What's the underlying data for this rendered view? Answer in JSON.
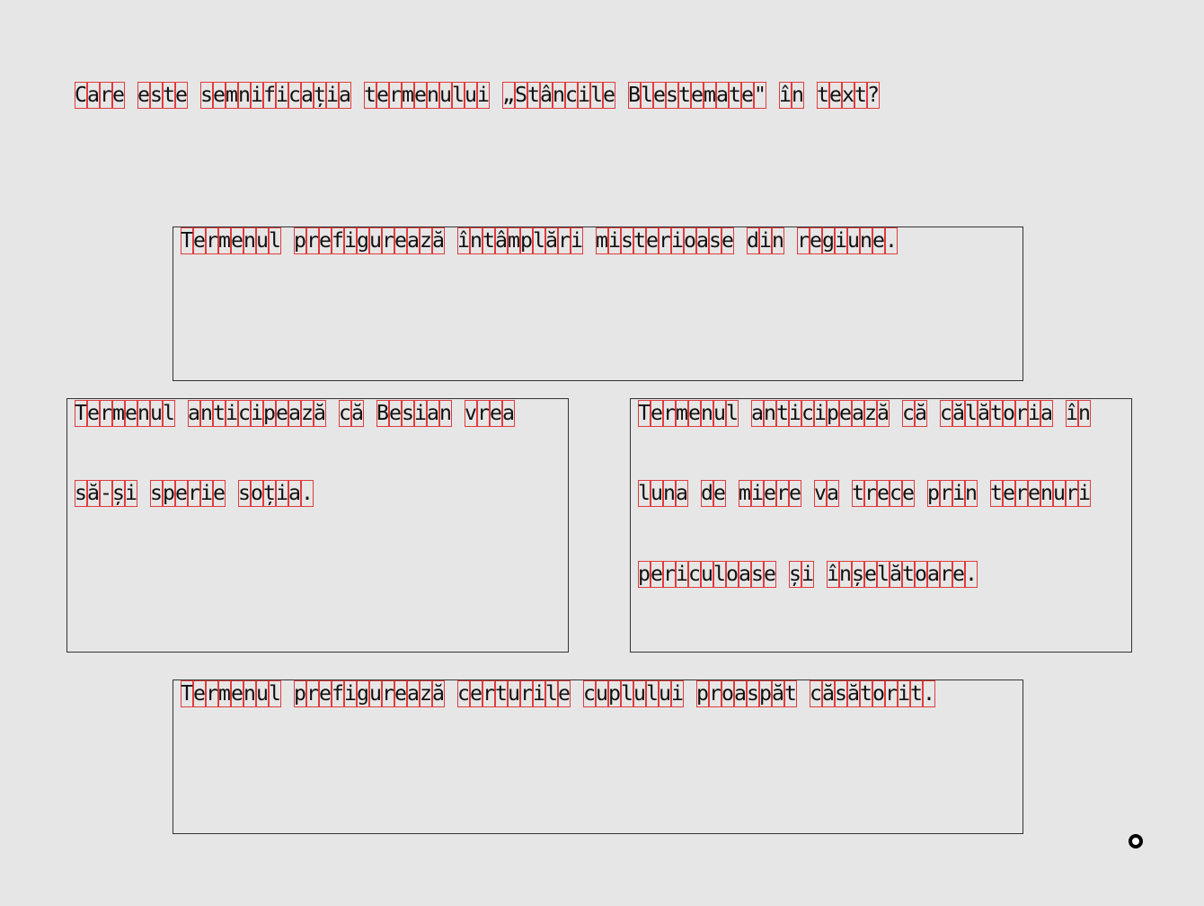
{
  "question": "Care este semnificația termenului „Stâncile Blestemate\" în text?",
  "options": [
    {
      "id": "option-1",
      "lines": [
        "Termenul prefigurează întâmplări misterioase din regiune."
      ]
    },
    {
      "id": "option-2",
      "lines": [
        "Termenul anticipează că Besian vrea",
        "să-și sperie soția."
      ]
    },
    {
      "id": "option-3",
      "lines": [
        "Termenul anticipează că călătoria în",
        "luna de miere va trece prin terenuri",
        "periculoase și înșelătoare."
      ]
    },
    {
      "id": "option-4",
      "lines": [
        "Termenul prefigurează certurile cuplului proaspăt căsătorit."
      ]
    }
  ],
  "cursor_icon": "ring-cursor-icon"
}
